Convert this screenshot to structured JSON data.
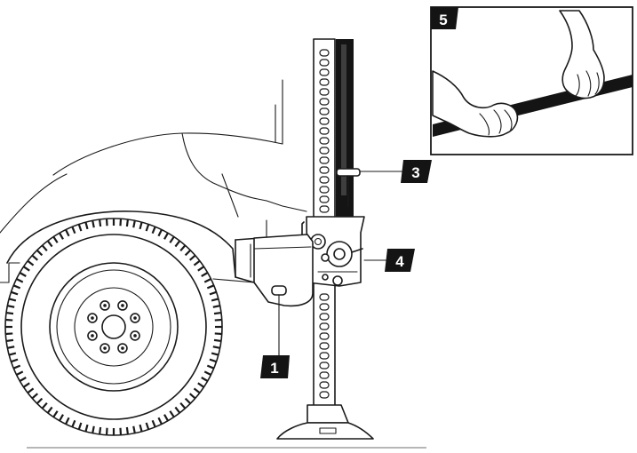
{
  "callouts": [
    {
      "id": "callout-1",
      "label": "1"
    },
    {
      "id": "callout-3",
      "label": "3"
    },
    {
      "id": "callout-4",
      "label": "4"
    },
    {
      "id": "callout-5",
      "label": "5"
    }
  ],
  "colors": {
    "ink": "#141414",
    "paper": "#ffffff",
    "ground": "#8a8a8a"
  },
  "icons": [
    "vehicle-body",
    "front-wheel",
    "high-lift-jack",
    "hands-holding-handle"
  ]
}
